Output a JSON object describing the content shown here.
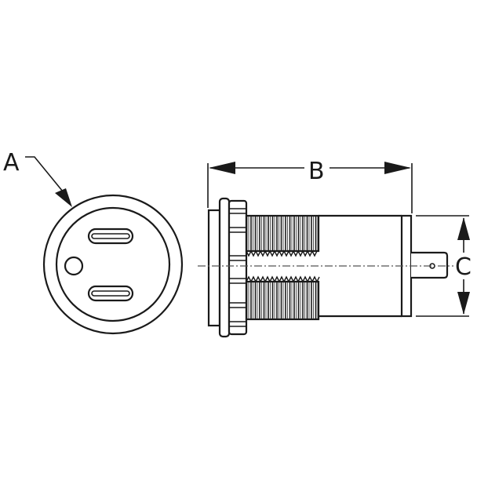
{
  "diagram": {
    "type": "technical-drawing",
    "subject": "flush-mount electrical socket / receptacle",
    "views": [
      {
        "name": "front-view",
        "description": "circular face with two slots and one round pin hole"
      },
      {
        "name": "side-view",
        "description": "flange, hex nut, threaded body, rear cylinder, spade terminal"
      }
    ],
    "dimensions": {
      "A": {
        "label": "A",
        "refers_to": "face diameter"
      },
      "B": {
        "label": "B",
        "refers_to": "overall length"
      },
      "C": {
        "label": "C",
        "refers_to": "body diameter"
      }
    },
    "colors": {
      "line": "#1a1a1a",
      "background": "#ffffff"
    }
  }
}
